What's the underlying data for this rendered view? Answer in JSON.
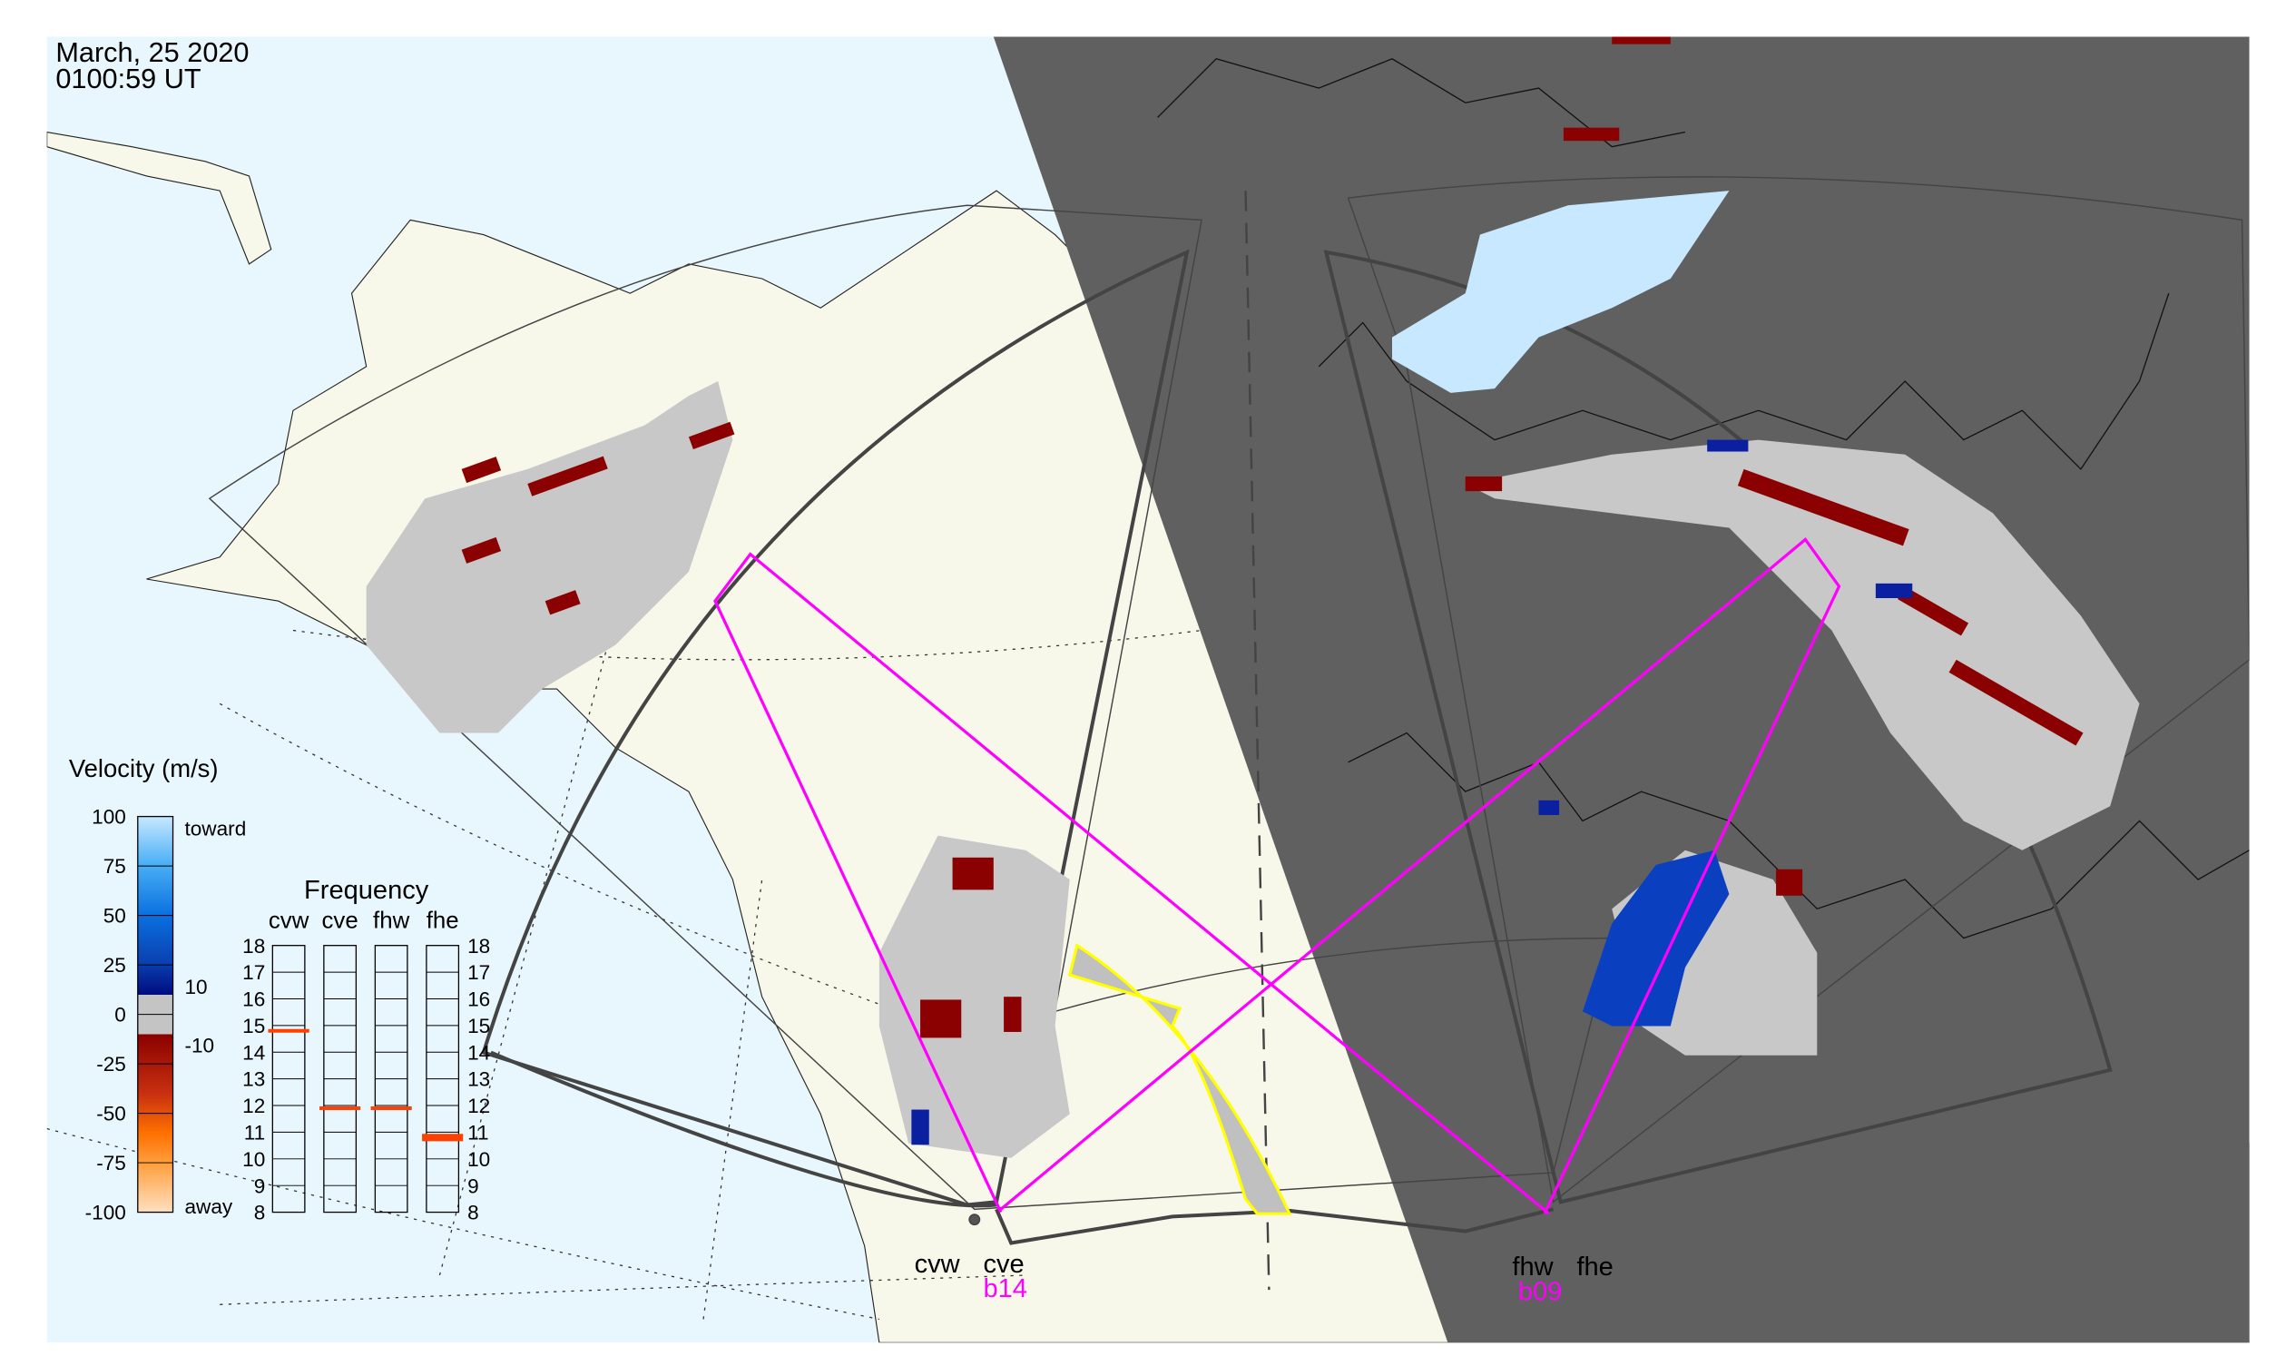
{
  "header": {
    "date": "March, 25 2020",
    "time": "0100:59 UT"
  },
  "velocity_legend": {
    "title": "Velocity (m/s)",
    "ticks": [
      "100",
      "75",
      "50",
      "25",
      "0",
      "-25",
      "-50",
      "-75",
      "-100"
    ],
    "toward_label": "toward",
    "away_label": "away",
    "upper_threshold": "10",
    "lower_threshold": "-10"
  },
  "frequency_panel": {
    "title": "Frequency",
    "radars": [
      "cvw",
      "cve",
      "fhw",
      "fhe"
    ],
    "ticks": [
      "18",
      "17",
      "16",
      "15",
      "14",
      "13",
      "12",
      "11",
      "10",
      "9",
      "8"
    ],
    "values_mhz": [
      14.8,
      11.9,
      11.9,
      10.8
    ],
    "marker_color": "#ff4000"
  },
  "stations": {
    "cv": {
      "west": "cvw",
      "east": "cve",
      "beam": "b14"
    },
    "fh": {
      "west": "fhw",
      "east": "fhe",
      "beam": "b09"
    }
  },
  "colors": {
    "beam": "#ff00ff",
    "highlight": "#ffff00",
    "night": "#606060",
    "land": "#f8f8ea",
    "sea": "#e8f6fd"
  }
}
